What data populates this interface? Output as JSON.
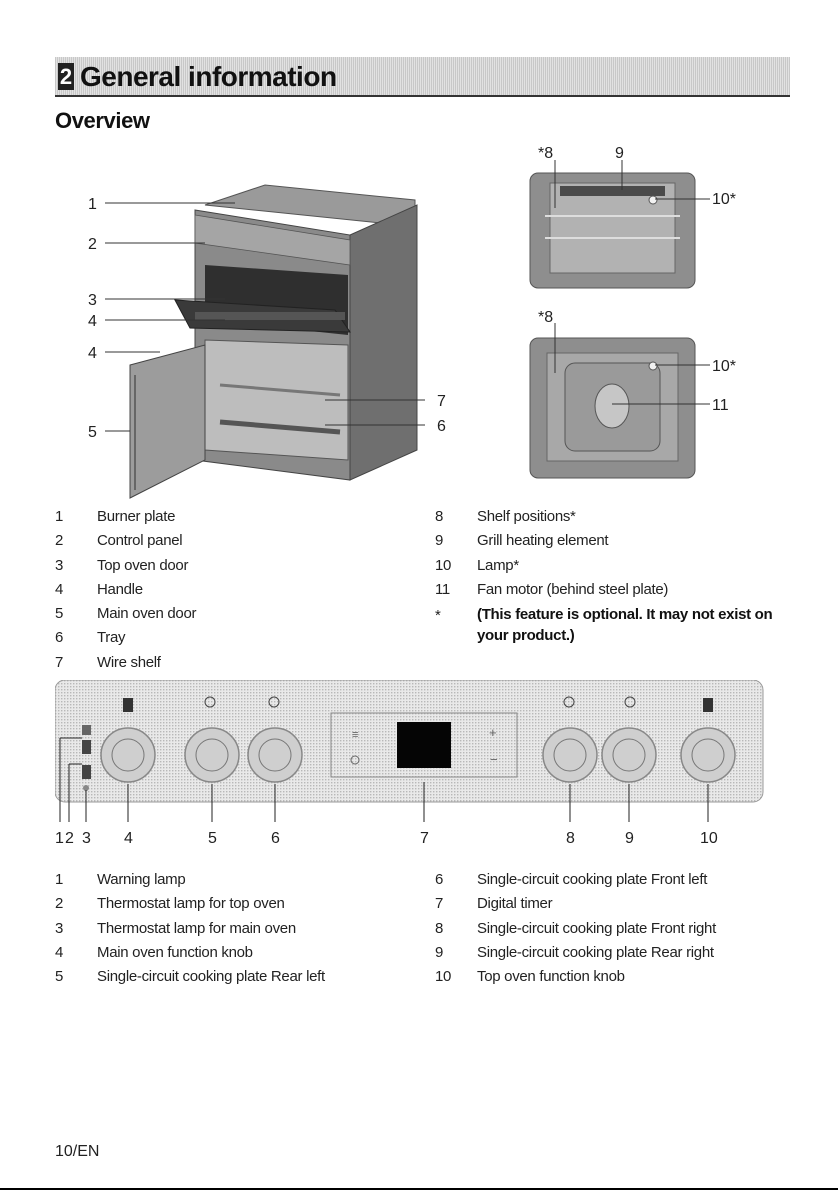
{
  "header": {
    "section_number": "2",
    "section_title": "General information"
  },
  "subheading": "Overview",
  "figure1": {
    "callouts": [
      "1",
      "2",
      "3",
      "4",
      "4",
      "5",
      "7",
      "6"
    ],
    "cavity_top_callouts": [
      "*8",
      "9",
      "10*"
    ],
    "cavity_bottom_callouts": [
      "*8",
      "10*",
      "11"
    ]
  },
  "legend1": {
    "left": [
      {
        "num": "1",
        "text": "Burner plate"
      },
      {
        "num": "2",
        "text": "Control panel"
      },
      {
        "num": "3",
        "text": "Top oven door"
      },
      {
        "num": "4",
        "text": "Handle"
      },
      {
        "num": "5",
        "text": "Main oven door"
      },
      {
        "num": "6",
        "text": "Tray"
      },
      {
        "num": "7",
        "text": "Wire shelf"
      }
    ],
    "right": [
      {
        "num": "8",
        "text": "Shelf positions*"
      },
      {
        "num": "9",
        "text": "Grill heating element"
      },
      {
        "num": "10",
        "text": "Lamp*"
      },
      {
        "num": "11",
        "text": "Fan motor (behind steel plate)"
      },
      {
        "num": "*",
        "text": "(This feature is optional. It may not exist on your product.)"
      }
    ]
  },
  "figure2": {
    "callouts": [
      "1",
      "2",
      "3",
      "4",
      "5",
      "6",
      "7",
      "8",
      "9",
      "10"
    ]
  },
  "legend2": {
    "left": [
      {
        "num": "1",
        "text": "Warning lamp"
      },
      {
        "num": "2",
        "text": "Thermostat lamp for top oven"
      },
      {
        "num": "3",
        "text": "Thermostat lamp for main oven"
      },
      {
        "num": "4",
        "text": "Main oven function knob"
      },
      {
        "num": "5",
        "text": "Single-circuit cooking plate Rear left"
      }
    ],
    "right": [
      {
        "num": "6",
        "text": "Single-circuit cooking plate Front left"
      },
      {
        "num": "7",
        "text": "Digital timer"
      },
      {
        "num": "8",
        "text": "Single-circuit cooking plate Front right"
      },
      {
        "num": "9",
        "text": "Single-circuit cooking plate Rear right"
      },
      {
        "num": "10",
        "text": "Top oven function knob"
      }
    ]
  },
  "footer": {
    "page_label": "10/EN"
  }
}
